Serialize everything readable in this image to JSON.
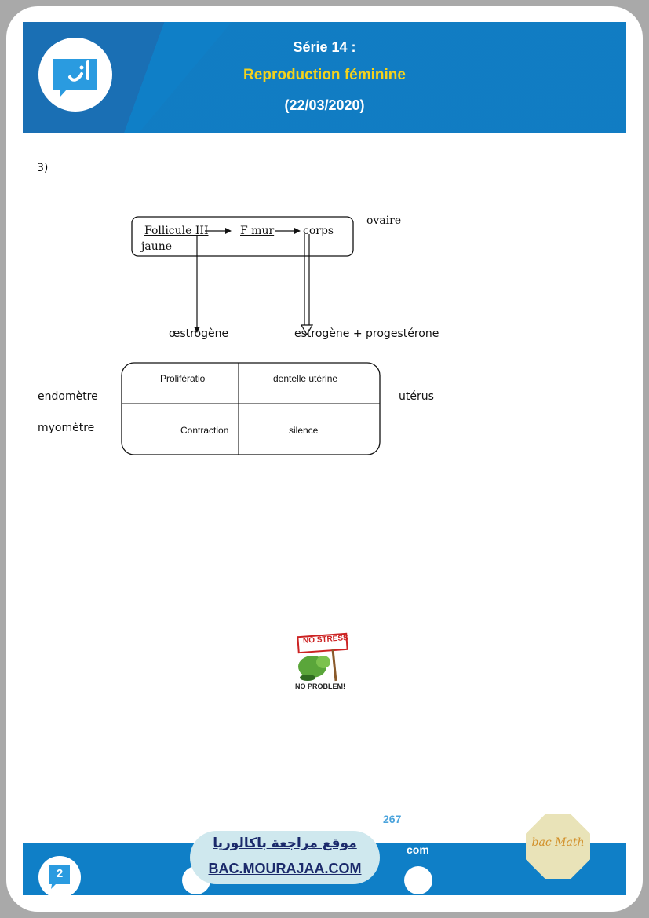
{
  "header": {
    "serie": "Série 14 :",
    "title": "Reproduction féminine",
    "date": "(22/03/2020)"
  },
  "question_number": "3)",
  "ovary_box": {
    "follicle": "Follicule III",
    "mature": "F mur",
    "corps": "corps",
    "jaune": "jaune",
    "side_label": "ovaire"
  },
  "hormones": {
    "left": "œstrogène",
    "right": "estrogène + progestérone"
  },
  "uterus_table": {
    "rows": [
      {
        "label": "endomètre",
        "cells": [
          "Prolifératio",
          "dentelle utérine"
        ]
      },
      {
        "label": "myomètre",
        "cells": [
          "Contraction",
          "silence"
        ]
      }
    ],
    "side_label": "utérus"
  },
  "no_stress": {
    "sign": "NO STRESS",
    "caption": "NO   PROBLEM!"
  },
  "footer": {
    "page_number": "2",
    "arabic_site": "موقع مراجعة  باكالوريا",
    "site": "BAC.MOURAJAA.COM",
    "partial_number": "267",
    "partial_com": "com",
    "badge": "bac Math"
  },
  "colors": {
    "header_blue": "#0f7fc7",
    "title_yellow": "#f4d21c",
    "pill_bg": "#cfe8ee",
    "link_navy": "#1b2a6b"
  }
}
